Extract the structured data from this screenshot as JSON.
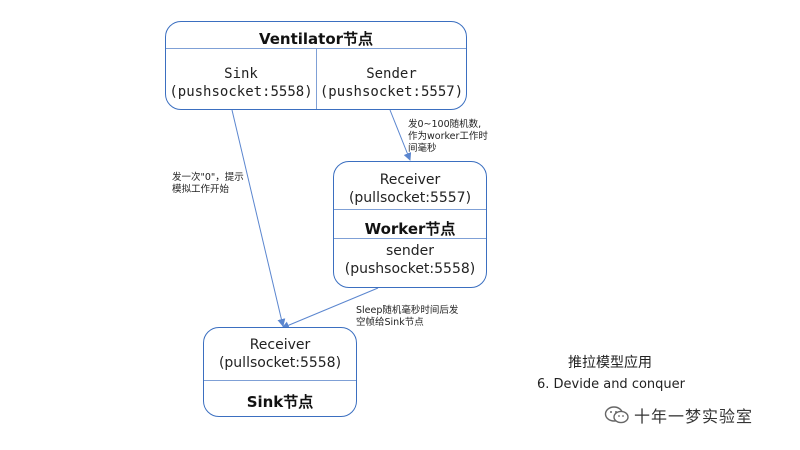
{
  "ventilator": {
    "title": "Ventilator节点",
    "sink_line1": "Sink",
    "sink_line2": "(pushsocket:5558)",
    "sender_line1": "Sender",
    "sender_line2": "(pushsocket:5557)"
  },
  "worker": {
    "receiver_line1": "Receiver",
    "receiver_line2": "(pullsocket:5557)",
    "title": "Worker节点",
    "sender_line1": "sender",
    "sender_line2": "(pushsocket:5558)"
  },
  "sink": {
    "receiver_line1": "Receiver",
    "receiver_line2": "(pullsocket:5558)",
    "title": "Sink节点"
  },
  "notes": {
    "random_line1": "发0~100随机数,",
    "random_line2": "作为worker工作时",
    "random_line3": "间毫秒",
    "start_line1": "发一次\"0\"，提示",
    "start_line2": "模拟工作开始",
    "sleep_line1": "Sleep随机毫秒时间后发",
    "sleep_line2": "空帧给Sink节点"
  },
  "caption": {
    "title": "推拉模型应用",
    "subtitle": "6. Devide and conquer"
  },
  "watermark": {
    "text": "十年一梦实验室"
  },
  "colors": {
    "box_border": "#3b6fc0",
    "arrow": "#5b86cf"
  }
}
